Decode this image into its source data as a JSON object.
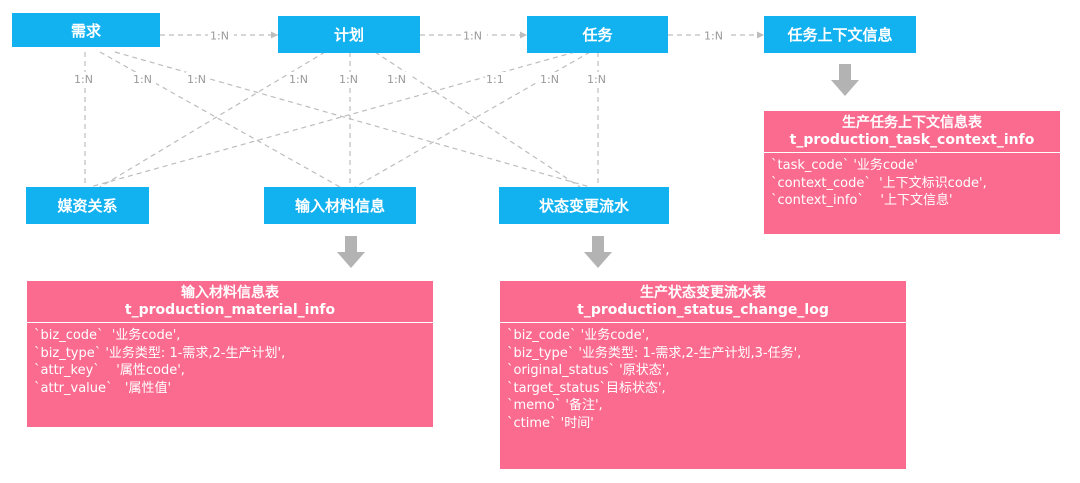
{
  "nodes": {
    "demand": "需求",
    "plan": "计划",
    "task": "任务",
    "task_context": "任务上下文信息",
    "media_relation": "媒资关系",
    "input_material": "输入材料信息",
    "status_change": "状态变更流水"
  },
  "edge_labels": {
    "demand_plan": "1:N",
    "plan_task": "1:N",
    "task_context": "1:N",
    "demand_media": "1:N",
    "demand_material": "1:N",
    "demand_status": "1:N",
    "plan_media": "1:N",
    "plan_material": "1:N",
    "plan_status": "1:N",
    "task_media": "1:1",
    "task_material": "1:N",
    "task_status": "1:N"
  },
  "tables": {
    "task_context": {
      "title_cn": "生产任务上下文信息表",
      "title_en": "t_production_task_context_info",
      "fields": [
        "`task_code` '业务code'",
        "`context_code`  '上下文标识code',",
        "`context_info`    '上下文信息'"
      ]
    },
    "material": {
      "title_cn": "输入材料信息表",
      "title_en": "t_production_material_info",
      "fields": [
        "`biz_code`  '业务code',",
        "`biz_type` '业务类型: 1-需求,2-生产计划',",
        "`attr_key`    '属性code',",
        "`attr_value`   '属性值'"
      ]
    },
    "status_log": {
      "title_cn": "生产状态变更流水表",
      "title_en": "t_production_status_change_log",
      "fields": [
        "`biz_code` '业务code',",
        "`biz_type` '业务类型: 1-需求,2-生产计划,3-任务',",
        "`original_status` '原状态',",
        "`target_status`目标状态',",
        "`memo` '备注',",
        "`ctime` '时间'"
      ]
    }
  },
  "colors": {
    "entity": "#12b1f0",
    "table": "#fb6b8f",
    "edge": "#bdbdbd",
    "arrow": "#b3b3b3"
  }
}
